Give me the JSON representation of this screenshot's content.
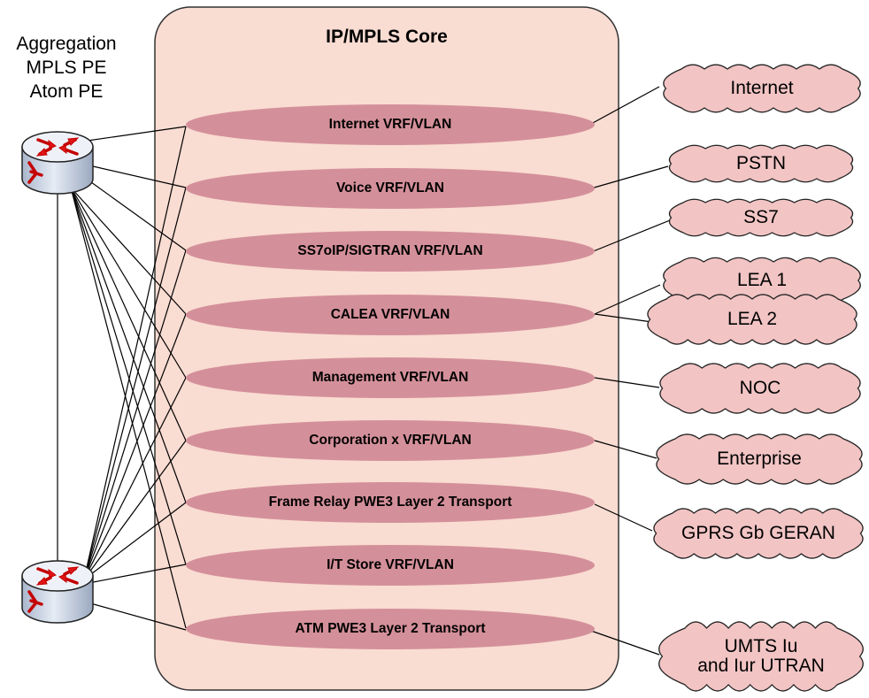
{
  "router_label": [
    "Aggregation",
    "MPLS PE",
    "Atom PE"
  ],
  "core": {
    "title": "IP/MPLS Core",
    "vrfs": [
      "Internet VRF/VLAN",
      "Voice VRF/VLAN",
      "SS7oIP/SIGTRAN VRF/VLAN",
      "CALEA VRF/VLAN",
      "Management VRF/VLAN",
      "Corporation x VRF/VLAN",
      "Frame Relay PWE3 Layer 2 Transport",
      "I/T Store VRF/VLAN",
      "ATM  PWE3 Layer 2 Transport"
    ]
  },
  "clouds": [
    {
      "lines": [
        "Internet"
      ]
    },
    {
      "lines": [
        "PSTN"
      ]
    },
    {
      "lines": [
        "SS7"
      ]
    },
    {
      "lines": [
        "LEA 1"
      ]
    },
    {
      "lines": [
        "LEA 2"
      ]
    },
    {
      "lines": [
        "NOC"
      ]
    },
    {
      "lines": [
        "Enterprise"
      ]
    },
    {
      "lines": [
        "GPRS Gb GERAN"
      ]
    },
    {
      "lines": [
        "UMTS Iu",
        "and Iur UTRAN"
      ]
    }
  ],
  "colors": {
    "core_fill": "#f9dcd2",
    "core_stroke": "#333333",
    "ellipse_fill": "#d4909a",
    "cloud_fill": "#f2c4c4",
    "line": "#000000",
    "router_body": "#c7d2e2",
    "router_arrow": "#d01010"
  },
  "icons": [
    "router-icon",
    "router-icon"
  ]
}
